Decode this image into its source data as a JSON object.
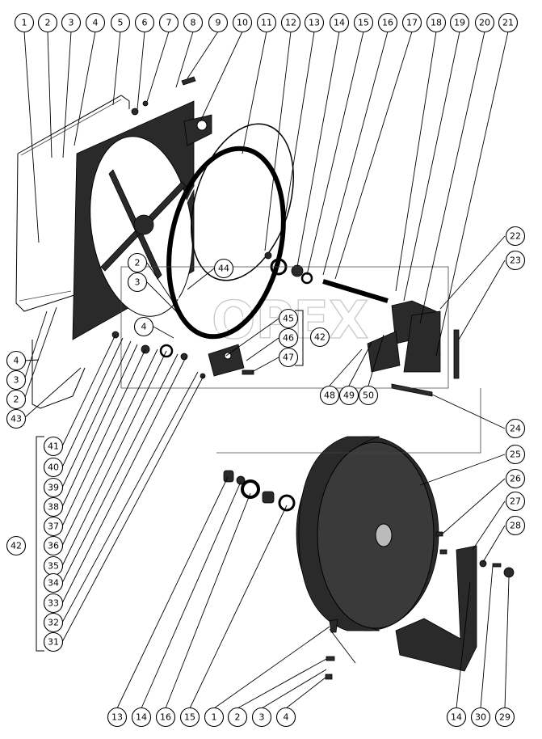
{
  "watermark_text": "OPEX",
  "top_callouts": [
    "1",
    "2",
    "3",
    "4",
    "5",
    "6",
    "7",
    "8",
    "9",
    "10",
    "11",
    "12",
    "13",
    "14",
    "15",
    "16",
    "17",
    "18",
    "19",
    "20",
    "21"
  ],
  "right_callouts": [
    "22",
    "23",
    "24",
    "25",
    "26",
    "27",
    "28"
  ],
  "left_upper_callouts": [
    "4",
    "3",
    "2",
    "43"
  ],
  "left_column_callouts": [
    "41",
    "40",
    "39",
    "38",
    "37",
    "36",
    "35",
    "34",
    "33",
    "32",
    "31"
  ],
  "group_label": "42",
  "middle_callouts": {
    "c2": "2",
    "c3": "3",
    "c4": "4",
    "c44": "44",
    "c45": "45",
    "c46": "46",
    "c47": "47",
    "c42": "42",
    "c48": "48",
    "c49": "49",
    "c50": "50"
  },
  "bottom_callouts": [
    "13",
    "14",
    "16",
    "15",
    "1",
    "2",
    "3",
    "4"
  ],
  "bottom_right_callouts": [
    "14",
    "30",
    "29"
  ],
  "colors": {
    "part_fill": "#2a2a2a",
    "line": "#000000",
    "watermark": "#c8c8c8"
  }
}
